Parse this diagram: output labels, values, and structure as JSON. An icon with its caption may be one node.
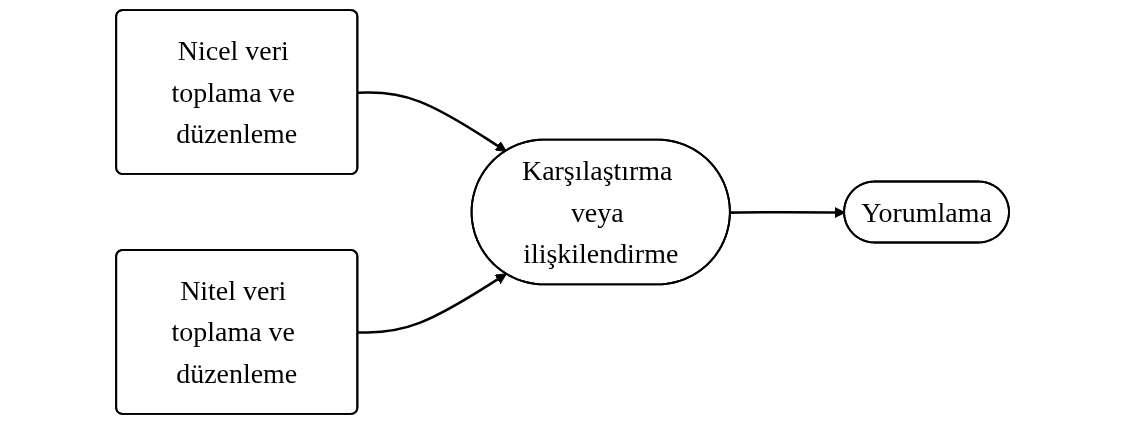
{
  "diagram": {
    "nodes": [
      {
        "text": [
          "Nicel veri toplama ve düzenleme"
        ]
      },
      {
        "text": [
          "Nitel veri toplama ve düzenleme"
        ]
      },
      {
        "text": [
          "Karşılaştırma veya ilişkilendirme"
        ]
      },
      {
        "text": [
          "Yorumlama"
        ]
      }
    ],
    "edges": [
      {
        "from": 0,
        "to": 2,
        "arrow": "to"
      },
      {
        "from": 1,
        "to": 2,
        "arrow": "to"
      },
      {
        "from": 2,
        "to": 3,
        "arrow": "to"
      }
    ]
  }
}
